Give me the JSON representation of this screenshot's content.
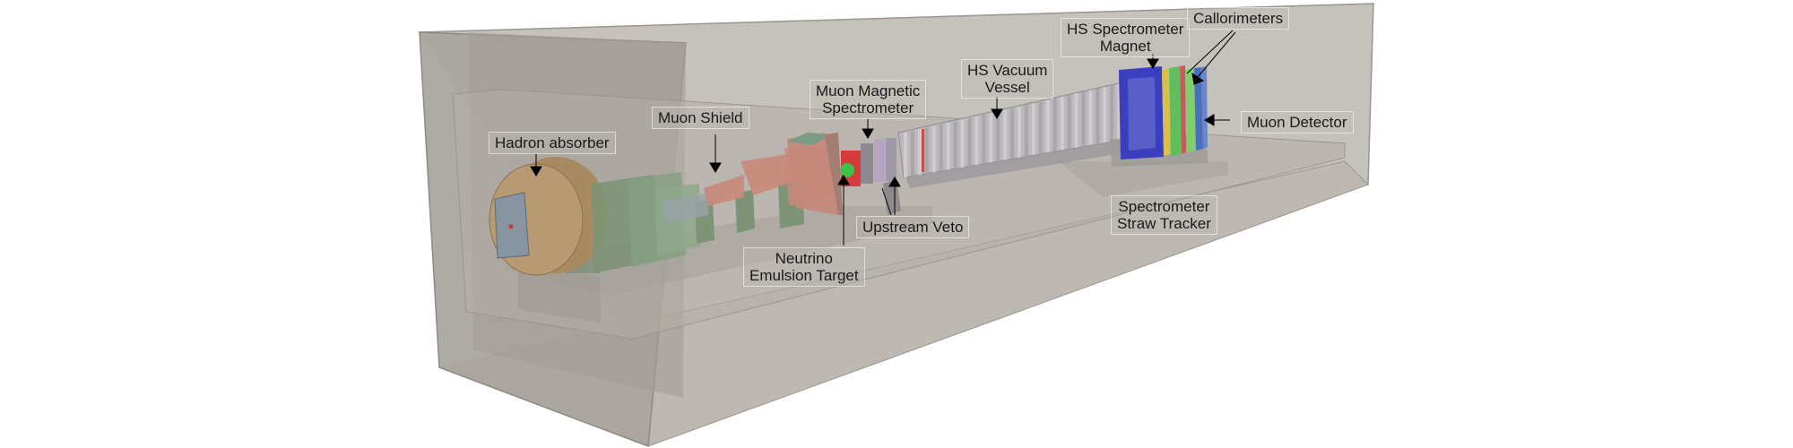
{
  "labels": {
    "hadron_absorber": "Hadron absorber",
    "muon_shield": "Muon Shield",
    "muon_magnetic_spectrometer_l1": "Muon Magnetic",
    "muon_magnetic_spectrometer_l2": "Spectrometer",
    "hs_vacuum_vessel_l1": "HS Vacuum",
    "hs_vacuum_vessel_l2": "Vessel",
    "hs_spectrometer_magnet_l1": "HS Spectrometer",
    "hs_spectrometer_magnet_l2": "Magnet",
    "calorimeters": "Callorimeters",
    "muon_detector": "Muon Detector",
    "upstream_veto": "Upstream Veto",
    "neutrino_emulsion_target_l1": "Neutrino",
    "neutrino_emulsion_target_l2": "Emulsion Target",
    "spectrometer_straw_tracker_l1": "Spectrometer",
    "spectrometer_straw_tracker_l2": "Straw Tracker"
  },
  "colors": {
    "cavern_wall": "#b8b3ad",
    "cavern_edge": "#8e8983",
    "hadron_absorber": "#b89a72",
    "shield_green": "#7d9477",
    "shield_red": "#c98a7a",
    "target_red": "#d63a3a",
    "target_green": "#3fc24a",
    "vessel": "#b5b2b5",
    "magnet_blue": "#3a3fc0",
    "calorimeter_yellow": "#d8c04a",
    "calorimeter_green": "#5fbf5f",
    "muon_detector": "#4a6fbf"
  }
}
